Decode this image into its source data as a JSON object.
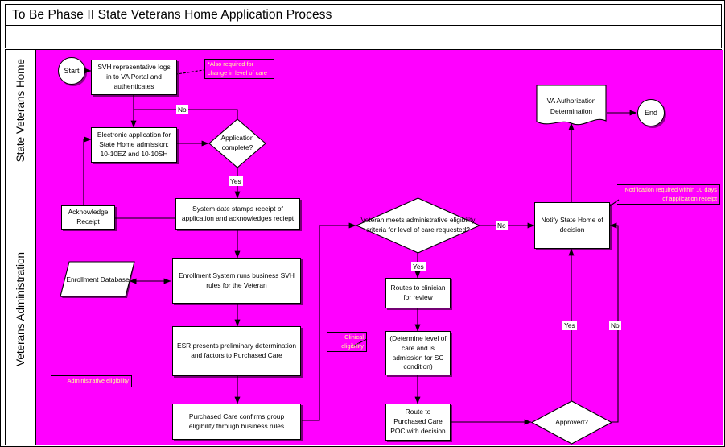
{
  "header": {
    "title": "To Be Phase II State Veterans Home Application Process",
    "subtitle": ""
  },
  "colors": {
    "lane_background": "#FF00FF",
    "node_fill": "#FFFFFF",
    "stroke": "#000000",
    "callout_text": "#FFFF99"
  },
  "lanes": [
    {
      "id": "svh",
      "label": "State Veterans Home"
    },
    {
      "id": "va",
      "label": "Veterans Administration"
    }
  ],
  "nodes": {
    "start": {
      "label": "Start",
      "shape": "terminator"
    },
    "svh_login": {
      "label": "SVH representative logs in to VA Portal and authenticates",
      "shape": "process"
    },
    "eapp": {
      "label": "Electronic application for State Home admission: 10-10EZ and 10-10SH",
      "shape": "process"
    },
    "app_complete": {
      "label": "Application complete?",
      "shape": "decision"
    },
    "ack_receipt": {
      "label": "Acknowledge Receipt",
      "shape": "process"
    },
    "date_stamp": {
      "label": "System date stamps receipt of application and acknowledges reciept",
      "shape": "process"
    },
    "enroll_db": {
      "label": "Enrollment Database",
      "shape": "data"
    },
    "enroll_rules": {
      "label": "Enrollment System runs business SVH rules for the Veteran",
      "shape": "process"
    },
    "esr": {
      "label": "ESR presents preliminary determination and factors to Purchased Care",
      "shape": "process"
    },
    "pc_confirm": {
      "label": "Purchased Care confirms group eligibility through business rules",
      "shape": "process"
    },
    "admin_elig": {
      "label": "Veteran meets administrative eligibility criteria for level of care requested?",
      "shape": "decision"
    },
    "route_clin": {
      "label": "Routes to clinician for review",
      "shape": "process"
    },
    "determine": {
      "label": "(Determine level of care and is admission for SC condition)",
      "shape": "process"
    },
    "route_poc": {
      "label": "Route to Purchased Care POC with decision",
      "shape": "process"
    },
    "approved": {
      "label": "Approved?",
      "shape": "decision"
    },
    "notify": {
      "label": "Notify State Home of decision",
      "shape": "process"
    },
    "va_auth": {
      "label": "VA Authorization Determination",
      "shape": "document"
    },
    "end": {
      "label": "End",
      "shape": "terminator"
    }
  },
  "edge_labels": {
    "no_app_complete": "No",
    "yes_app_complete": "Yes",
    "no_admin_elig": "No",
    "yes_admin_elig": "Yes",
    "yes_approved": "Yes",
    "no_approved": "No"
  },
  "callouts": {
    "level_of_care": "*Also required for change in level of care",
    "notification": "Notification required within 10 days of application receipt",
    "administrative_eligibility": "Administrative eligibility",
    "clinical_eligibility": "Clinical eligibility"
  }
}
